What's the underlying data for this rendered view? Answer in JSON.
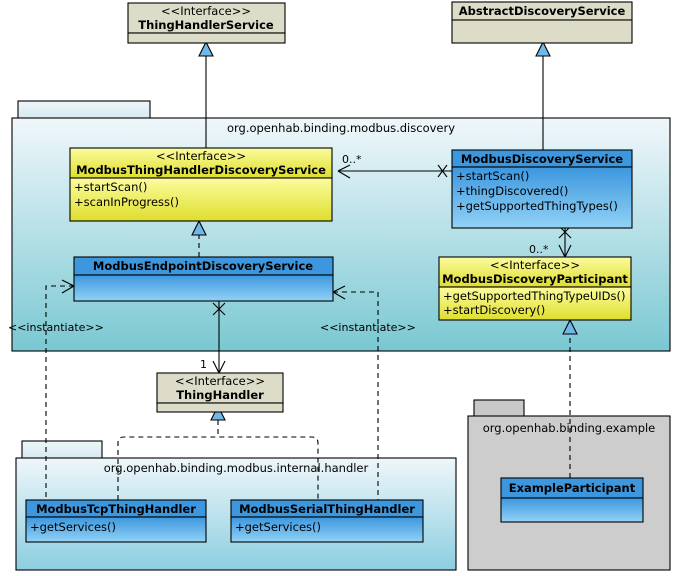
{
  "diagram": {
    "title": "Modbus binding discovery UML class diagram",
    "colors": {
      "interface_fill_top": "#fcfc9a",
      "interface_fill_bottom": "#e0e000",
      "class_fill_top": "#3a96dd",
      "class_fill_bottom": "#8fd0f5",
      "external_fill": "#dcdcc8",
      "package_fill_top": "#eef6fa",
      "package_fill_bottom": "#7ec8d2",
      "package_gray_fill": "#cccccc",
      "arrow_fill": "#6fb8e8",
      "line": "#000000"
    }
  },
  "external_types": [
    {
      "name": "thing-handler-service",
      "stereotype": "<<Interface>>",
      "title": "ThingHandlerService",
      "members": []
    },
    {
      "name": "abstract-discovery-service",
      "stereotype": "",
      "title": "AbstractDiscoveryService",
      "members": []
    },
    {
      "name": "thing-handler",
      "stereotype": "<<Interface>>",
      "title": "ThingHandler",
      "members": []
    }
  ],
  "packages": [
    {
      "name": "package-modbus-discovery",
      "label": "org.openhab.binding.modbus.discovery"
    },
    {
      "name": "package-modbus-internal-handler",
      "label": "org.openhab.binding.modbus.internal.handler"
    },
    {
      "name": "package-example",
      "label": "org.openhab.binding.example"
    }
  ],
  "classes": [
    {
      "name": "modbus-thing-handler-discovery-service",
      "stereotype": "<<Interface>>",
      "title": "ModbusThingHandlerDiscoveryService",
      "members": [
        "+startScan()",
        "+scanInProgress()"
      ],
      "kind": "interface"
    },
    {
      "name": "modbus-discovery-service",
      "stereotype": "",
      "title": "ModbusDiscoveryService",
      "members": [
        "+startScan()",
        "+thingDiscovered()",
        "+getSupportedThingTypes()"
      ],
      "kind": "class"
    },
    {
      "name": "modbus-endpoint-discovery-service",
      "stereotype": "",
      "title": "ModbusEndpointDiscoveryService",
      "members": [],
      "kind": "class"
    },
    {
      "name": "modbus-discovery-participant",
      "stereotype": "<<Interface>>",
      "title": "ModbusDiscoveryParticipant",
      "members": [
        "+getSupportedThingTypeUIDs()",
        "+startDiscovery()"
      ],
      "kind": "interface"
    },
    {
      "name": "modbus-tcp-thing-handler",
      "stereotype": "",
      "title": "ModbusTcpThingHandler",
      "members": [
        "+getServices()"
      ],
      "kind": "class"
    },
    {
      "name": "modbus-serial-thing-handler",
      "stereotype": "",
      "title": "ModbusSerialThingHandler",
      "members": [
        "+getServices()"
      ],
      "kind": "class"
    },
    {
      "name": "example-participant",
      "stereotype": "",
      "title": "ExampleParticipant",
      "members": [],
      "kind": "class"
    }
  ],
  "edge_labels": [
    {
      "name": "multiplicity-discovery-to-thinghandler-service",
      "text": "0..*"
    },
    {
      "name": "multiplicity-discovery-to-participant",
      "text": "0..*"
    },
    {
      "name": "multiplicity-endpoint-to-thinghandler",
      "text": "1"
    },
    {
      "name": "stereotype-instantiate-left",
      "text": "<<instantiate>>"
    },
    {
      "name": "stereotype-instantiate-right",
      "text": "<<instantiate>>"
    }
  ]
}
